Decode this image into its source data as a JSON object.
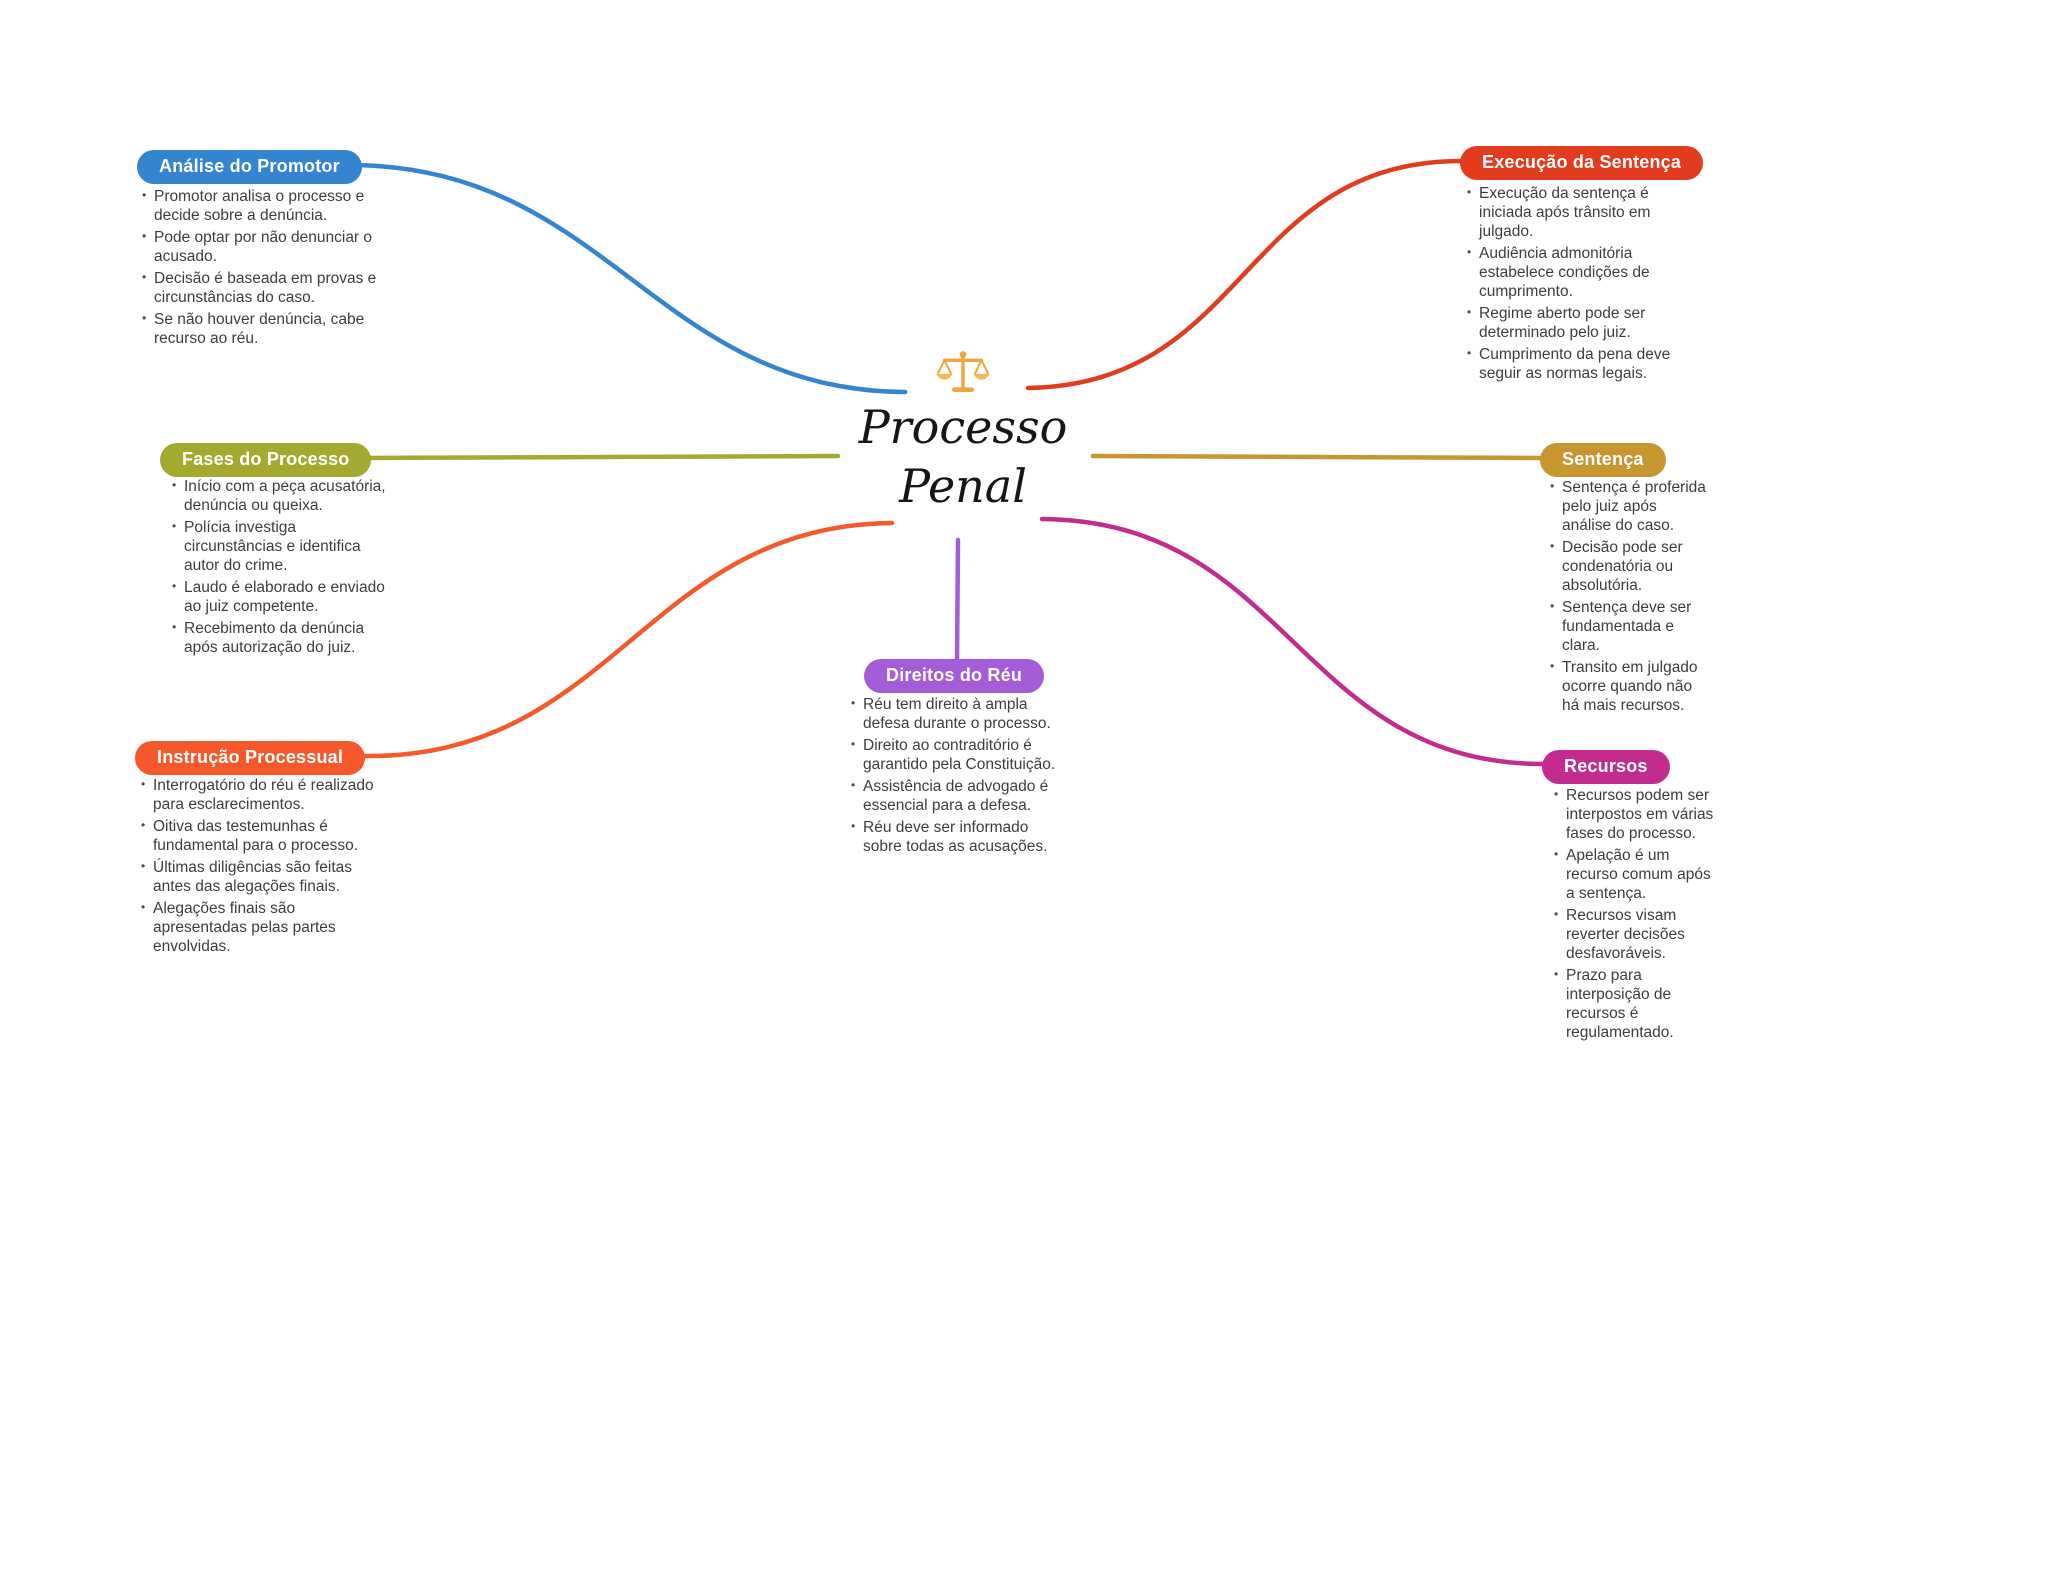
{
  "center": {
    "icon": "scales-of-justice-icon",
    "icon_color": "#eda63d",
    "icon_pan_color": "#f5b656",
    "title_line1": "Processo",
    "title_line2": "Penal"
  },
  "branches": [
    {
      "id": "analise-do-promotor",
      "label": "Análise do Promotor",
      "color": "#3484cf",
      "items": [
        "Promotor analisa o processo e decide sobre a denúncia.",
        "Pode optar por não denunciar o acusado.",
        "Decisão é baseada em provas e circunstâncias do caso.",
        "Se não houver denúncia, cabe recurso ao réu."
      ]
    },
    {
      "id": "fases-do-processo",
      "label": "Fases do Processo",
      "color": "#a4aa2f",
      "items": [
        "Início com a peça acusatória, denúncia ou queixa.",
        "Polícia investiga circunstâncias e identifica autor do crime.",
        "Laudo é elaborado e enviado ao juiz competente.",
        "Recebimento da denúncia após autorização do juiz."
      ]
    },
    {
      "id": "instrucao-processual",
      "label": "Instrução Processual",
      "color": "#f4582b",
      "items": [
        "Interrogatório do réu é realizado para esclarecimentos.",
        "Oitiva das testemunhas é fundamental para o processo.",
        "Últimas diligências são feitas antes das alegações finais.",
        "Alegações finais são apresentadas pelas partes envolvidas."
      ]
    },
    {
      "id": "execucao-da-sentenca",
      "label": "Execução da Sentença",
      "color": "#e23b1e",
      "items": [
        "Execução da sentença é iniciada após trânsito em julgado.",
        "Audiência admonitória estabelece condições de cumprimento.",
        "Regime aberto pode ser determinado pelo juiz.",
        "Cumprimento da pena deve seguir as normas legais."
      ]
    },
    {
      "id": "sentenca",
      "label": "Sentença",
      "color": "#c8962f",
      "items": [
        "Sentença é proferida pelo juiz após análise do caso.",
        "Decisão pode ser condenatória ou absolutória.",
        "Sentença deve ser fundamentada e clara.",
        "Transito em julgado ocorre quando não há mais recursos."
      ]
    },
    {
      "id": "recursos",
      "label": "Recursos",
      "color": "#c32b8e",
      "items": [
        "Recursos podem ser interpostos em várias fases do processo.",
        "Apelação é um recurso comum após a sentença.",
        "Recursos visam reverter decisões desfavoráveis.",
        "Prazo para interposição de recursos é regulamentado."
      ]
    },
    {
      "id": "direitos-do-reu",
      "label": "Direitos do Réu",
      "color": "#a55cd9",
      "items": [
        "Réu tem direito à ampla defesa durante o processo.",
        "Direito ao contraditório é garantido pela Constituição.",
        "Assistência de advogado é essencial para a defesa.",
        "Réu deve ser informado sobre todas as acusações."
      ]
    }
  ]
}
